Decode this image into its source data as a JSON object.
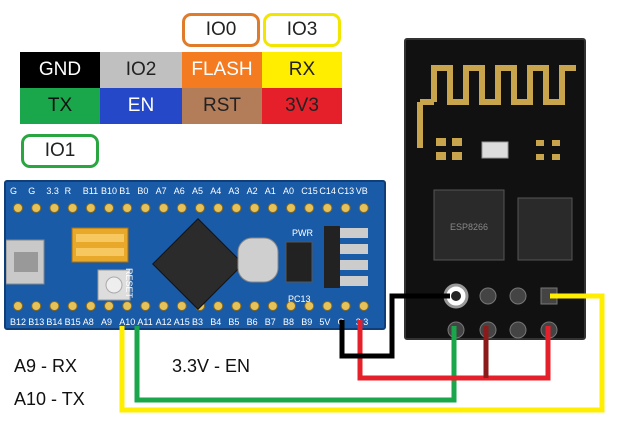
{
  "legend": {
    "row1": [
      {
        "label": "GND",
        "bg": "#000000",
        "fg": "#ffffff"
      },
      {
        "label": "IO2",
        "bg": "#c0c0c0",
        "fg": "#222222"
      },
      {
        "label": "FLASH",
        "bg": "#f47b20",
        "fg": "#ffffff"
      },
      {
        "label": "RX",
        "bg": "#ffee00",
        "fg": "#222222"
      }
    ],
    "row2": [
      {
        "label": "TX",
        "bg": "#1aa64a",
        "fg": "#111111"
      },
      {
        "label": "EN",
        "bg": "#2548c8",
        "fg": "#ffffff"
      },
      {
        "label": "RST",
        "bg": "#b47d5a",
        "fg": "#222222"
      },
      {
        "label": "3V3",
        "bg": "#e5202a",
        "fg": "#222222"
      }
    ]
  },
  "tags": {
    "io0": {
      "label": "IO0",
      "color": "#e07b2a"
    },
    "io3": {
      "label": "IO3",
      "color": "#f2e600"
    },
    "io1": {
      "label": "IO1",
      "color": "#2aa640"
    }
  },
  "board": {
    "top_pins": [
      "G",
      "G",
      "3.3",
      "R",
      "B11",
      "B10",
      "B1",
      "B0",
      "A7",
      "A6",
      "A5",
      "A4",
      "A3",
      "A2",
      "A1",
      "A0",
      "C15",
      "C14",
      "C13",
      "VB"
    ],
    "bottom_pins": [
      "B12",
      "B13",
      "B14",
      "B15",
      "A8",
      "A9",
      "A10",
      "A11",
      "A12",
      "A15",
      "B3",
      "B4",
      "B5",
      "B6",
      "B7",
      "B8",
      "B9",
      "5V",
      "G",
      "3.3"
    ],
    "reset_label": "RESET",
    "pwr_label": "PWR",
    "pc13_label": "PC13"
  },
  "notes": {
    "a9": "A9 - RX",
    "a10": "A10 - TX",
    "en": "3.3V - EN"
  },
  "wire_colors": {
    "yellow": "#ffee00",
    "green": "#1aa64a",
    "red": "#e5202a",
    "darkred": "#8b1a1a",
    "black": "#000000"
  }
}
